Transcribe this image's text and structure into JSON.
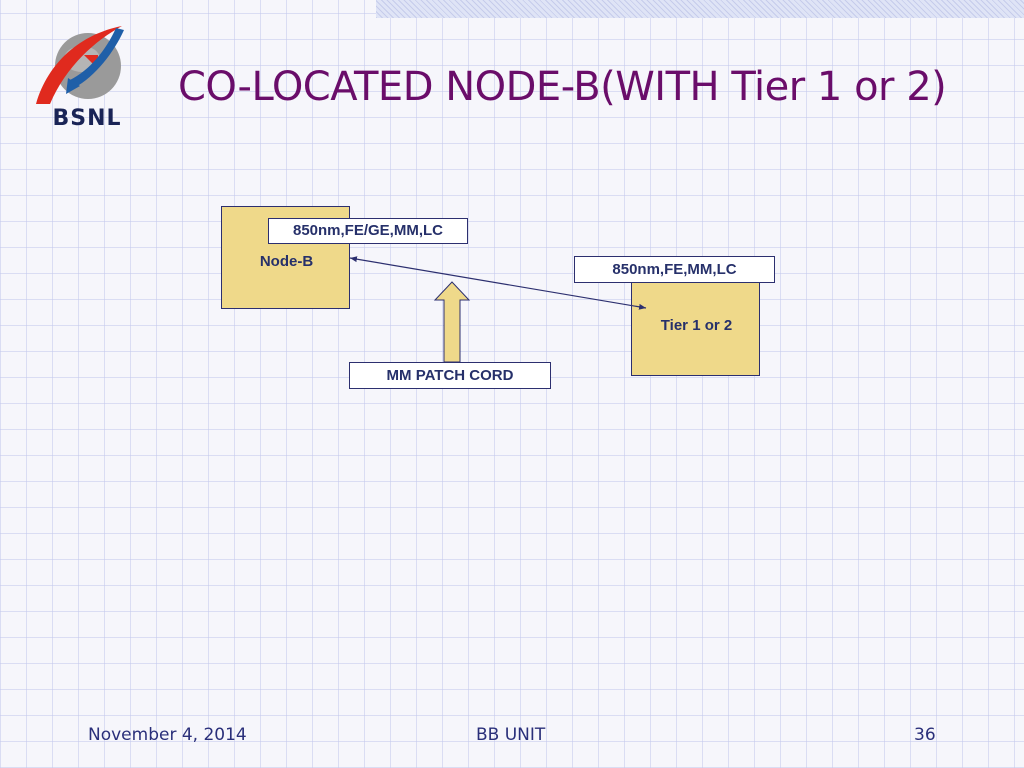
{
  "header": {
    "logo_text": "BSNL",
    "title": "CO-LOCATED NODE-B(WITH Tier 1 or 2)"
  },
  "diagram": {
    "node_b": {
      "label": "Node-B",
      "interface_label": "850nm,FE/GE,MM,LC"
    },
    "tier": {
      "label": "Tier 1 or 2",
      "interface_label": "850nm,FE,MM,LC"
    },
    "connection": {
      "label": "MM PATCH CORD"
    }
  },
  "footer": {
    "date": "November 4, 2014",
    "unit": "BB UNIT",
    "page_number": "36"
  },
  "colors": {
    "title": "#6a0d6a",
    "node_fill": "#efd98a",
    "node_border": "#2c2f6f",
    "text_dark_blue": "#26306a",
    "logo_red": "#e02a1e",
    "logo_blue": "#1f5fa8",
    "logo_grey": "#9a9a9a"
  },
  "icons": {
    "logo": "bsnl-logo-icon",
    "connector": "double-arrow-icon",
    "pointer": "up-arrow-icon"
  }
}
